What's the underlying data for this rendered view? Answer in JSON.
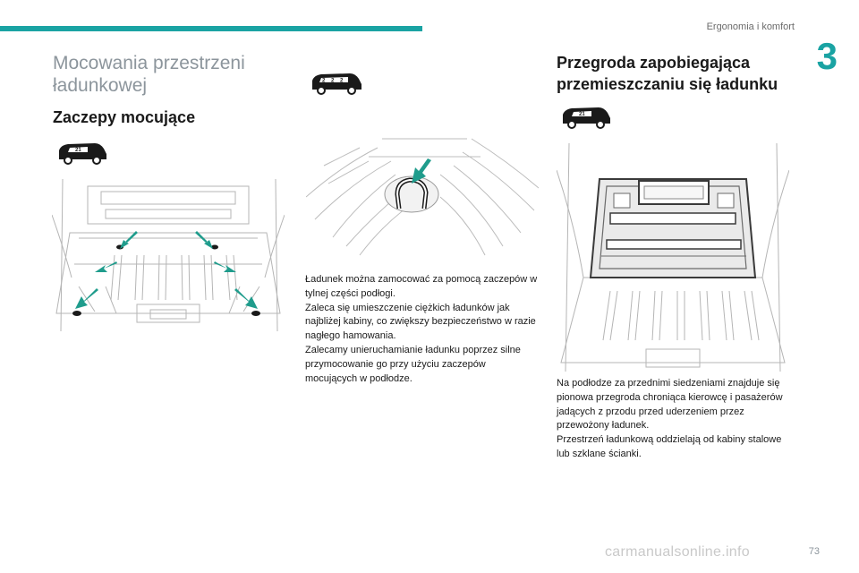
{
  "header": {
    "title": "Ergonomia i komfort",
    "chapter_number": "3"
  },
  "left_column": {
    "section_title": "Mocowania przestrzeni ładunkowej",
    "subsection_title": "Zaczepy mocujące",
    "van_icon": "van-icon"
  },
  "middle_column": {
    "van_icon": "van-icon",
    "van_labels": [
      "2",
      "2",
      "2"
    ],
    "paragraphs": [
      "Ładunek można zamocować za pomocą zaczepów w tylnej części podłogi.",
      "Zaleca się umieszczenie ciężkich ładunków jak najbliżej kabiny, co zwiększy bezpieczeństwo w razie nagłego hamowania.",
      "Zalecamy unieruchamianie ładunku poprzez silne przymocowanie go przy użyciu zaczepów mocujących w podłodze."
    ]
  },
  "right_column": {
    "subsection_title": "Przegroda zapobiegająca przemieszczaniu się ładunku",
    "van_icon": "van-icon",
    "paragraphs": [
      "Na podłodze za przednimi siedzeniami znajduje się pionowa przegroda chroniąca kierowcę i pasażerów jadących z przodu przed uderzeniem przez przewożony ładunek.",
      "Przestrzeń ładunkową oddzielają od kabiny stalowe lub szklane ścianki."
    ]
  },
  "footer": {
    "page_number": "73",
    "watermark": "carmanualsonline.info"
  },
  "colors": {
    "accent": "#1aa3a3",
    "arrow": "#1f9c8c",
    "title_gray": "#8c959c"
  }
}
